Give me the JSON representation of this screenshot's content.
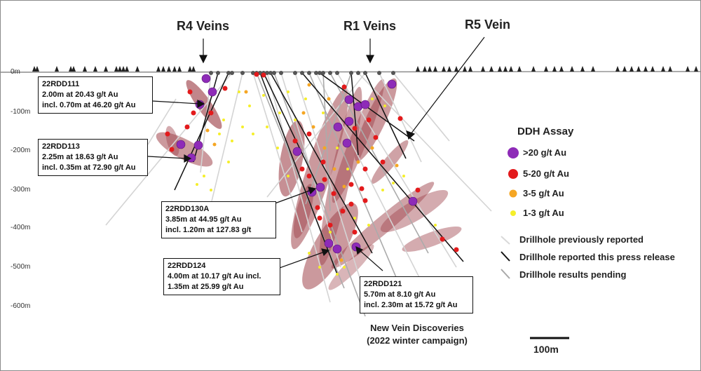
{
  "vein_titles": {
    "r4": "R4 Veins",
    "r1": "R1 Veins",
    "r5": "R5 Vein"
  },
  "depth_labels": [
    "0m",
    "-100m",
    "-200m",
    "-300m",
    "-400m",
    "-500m",
    "-600m"
  ],
  "callouts": [
    {
      "hole": "22RDD111",
      "line1": "2.00m at 20.43 g/t Au",
      "line2": "incl. 0.70m at 46.20 g/t Au"
    },
    {
      "hole": "22RDD113",
      "line1": "2.25m at 18.63 g/t Au",
      "line2": "incl. 0.35m at 72.90 g/t Au"
    },
    {
      "hole": "22RDD130A",
      "line1": "3.85m at 44.95 g/t Au",
      "line2": "incl. 1.20m at 127.83 g/t"
    },
    {
      "hole": "22RDD124",
      "line1": "4.00m at 10.17 g/t Au incl.",
      "line2": "1.35m at 25.99 g/t Au"
    },
    {
      "hole": "22RDD121",
      "line1": "5.70m at 8.10 g/t Au",
      "line2": "incl. 2.30m at 15.72 g/t Au"
    }
  ],
  "legend": {
    "title": "DDH Assay",
    "assays": [
      {
        "label": ">20 g/t Au",
        "color": "#8e2bb8"
      },
      {
        "label": "5-20 g/t Au",
        "color": "#e31a1c"
      },
      {
        "label": "3-5 g/t Au",
        "color": "#f5a623"
      },
      {
        "label": "1-3 g/t Au",
        "color": "#f5ef2a"
      }
    ],
    "drillholes": [
      {
        "label": "Drillhole previously reported",
        "color": "#d9d9d9"
      },
      {
        "label": "Drillhole reported this press release",
        "color": "#111111"
      },
      {
        "label": "Drillhole results pending",
        "color": "#a8a8a8"
      }
    ]
  },
  "caption": {
    "line1": "New Vein Discoveries",
    "line2": "(2022 winter campaign)"
  },
  "scale_bar": "100m",
  "colors": {
    "vein_fill": "#a0454d",
    "surface": "#8c8c8c"
  }
}
